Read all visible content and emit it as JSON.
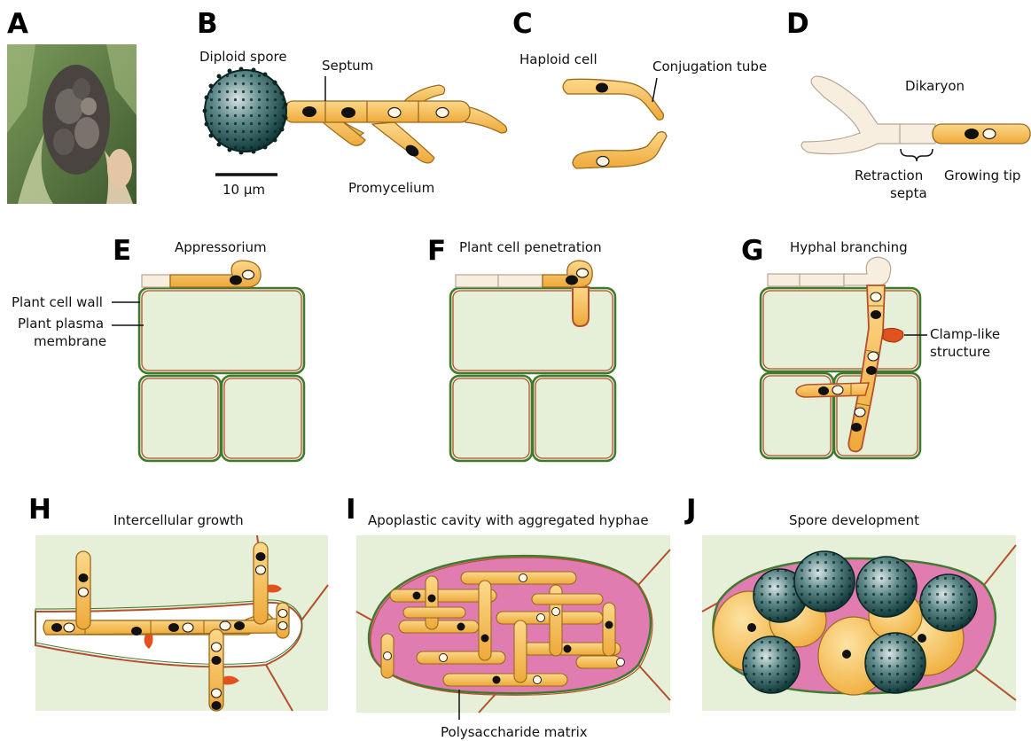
{
  "panels": {
    "a": {
      "letter": "A"
    },
    "b": {
      "letter": "B",
      "diploid_spore": "Diploid spore",
      "septum": "Septum",
      "promycelium": "Promycelium",
      "scale_bar": "10 µm"
    },
    "c": {
      "letter": "C",
      "haploid_cell": "Haploid cell",
      "conjugation_tube": "Conjugation tube"
    },
    "d": {
      "letter": "D",
      "dikaryon": "Dikaryon",
      "retraction_septa_1": "Retraction",
      "retraction_septa_2": "septa",
      "growing_tip": "Growing tip"
    },
    "e": {
      "letter": "E",
      "appressorium": "Appressorium",
      "plant_cell_wall": "Plant cell wall",
      "plasma_membrane_1": "Plant plasma",
      "plasma_membrane_2": "membrane"
    },
    "f": {
      "letter": "F",
      "penetration": "Plant cell penetration"
    },
    "g": {
      "letter": "G",
      "branching": "Hyphal branching",
      "clamp_1": "Clamp-like",
      "clamp_2": "structure"
    },
    "h": {
      "letter": "H",
      "title": "Intercellular growth"
    },
    "i": {
      "letter": "I",
      "title": "Apoplastic cavity with aggregated hyphae",
      "matrix": "Polysaccharide matrix"
    },
    "j": {
      "letter": "J",
      "title": "Spore development"
    }
  },
  "colors": {
    "hypha": "#f2b84b",
    "hypha_light": "#fbdc9a",
    "hypha_stroke": "#9a6a1c",
    "plant_cell": "#e6efd7",
    "cell_wall": "#3f7a2f",
    "membrane": "#b5502e",
    "matrix": "#e07cb0",
    "spore": "#1c4a4a",
    "clamp": "#e0531f",
    "retracted": "#f5ebdc"
  }
}
